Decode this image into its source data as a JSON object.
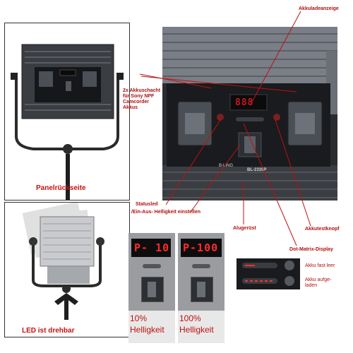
{
  "left_panel": {
    "caption_back": "Panelrückseite",
    "caption_rotate": "LED ist drehbar"
  },
  "main_panel": {
    "display_digits": "888",
    "brand": "B-LING",
    "model": "BL-2335P"
  },
  "callouts": {
    "akkuladeanzeige": "Akkuladeanzeige",
    "akkuschacht": "2x Akkuschacht\nfür Sony NPF\nCamcorder\nAkkus",
    "statusled": "Statusled",
    "ein_aus": "/Ein-Aus- Helligkeit einstellen",
    "alugeruest": "Alugerüst",
    "akkutestknopf": "Akkutestknopf",
    "dot_matrix": "Dot-Matrix-Display"
  },
  "brightness": {
    "low_display": "P- 10",
    "high_display": "P-100",
    "low_pct": "10%",
    "low_label": "Helligkeit",
    "high_pct": "100%",
    "high_label": "Helligkeit"
  },
  "battery": {
    "empty_label": "Akku fast leer",
    "charged_label": "Akku aufge-\nladen"
  },
  "colors": {
    "accent": "#c01010",
    "panel_dark": "#2a2c30",
    "panel_gray": "#6b6f76"
  }
}
